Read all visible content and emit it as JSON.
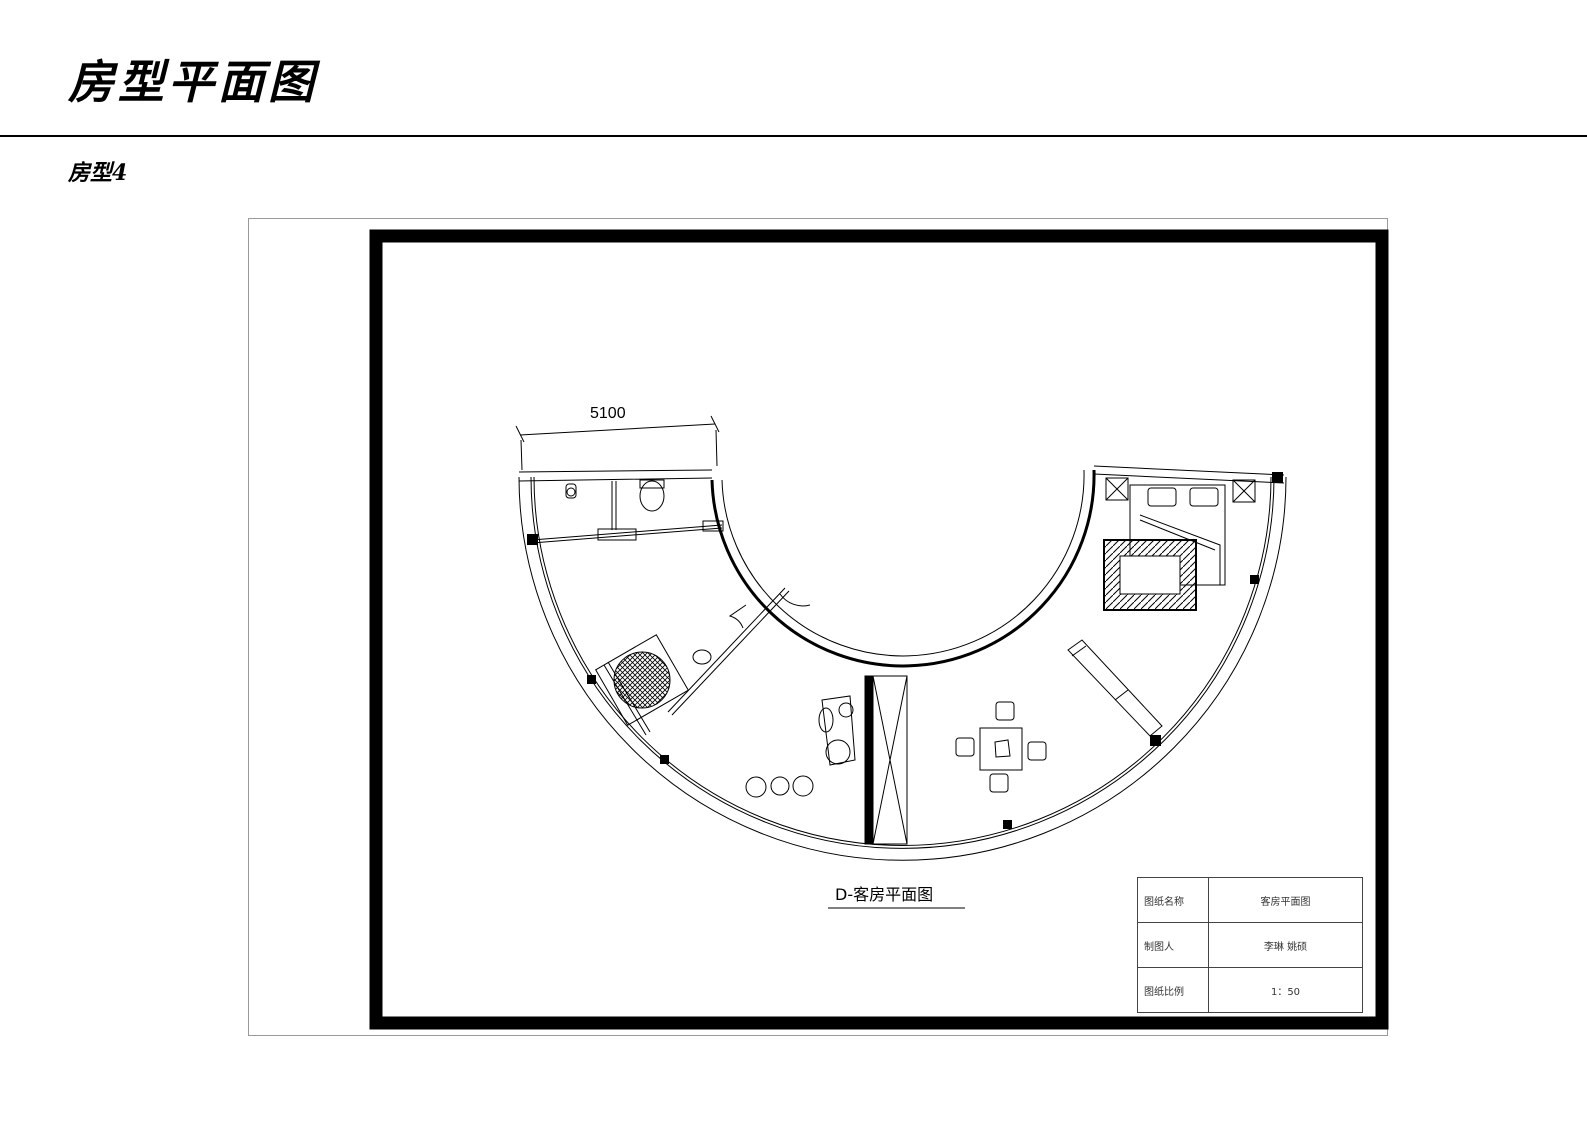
{
  "header": {
    "title": "房型平面图",
    "subtitle": "房型4"
  },
  "drawing": {
    "dimension_label": "5100",
    "plan_caption": "D-客房平面图"
  },
  "title_block": {
    "rows": [
      {
        "key": "图纸名称",
        "value": "客房平面图"
      },
      {
        "key": "制图人",
        "value": "李琳 姚硕"
      },
      {
        "key": "图纸比例",
        "value": "1：50"
      }
    ]
  }
}
